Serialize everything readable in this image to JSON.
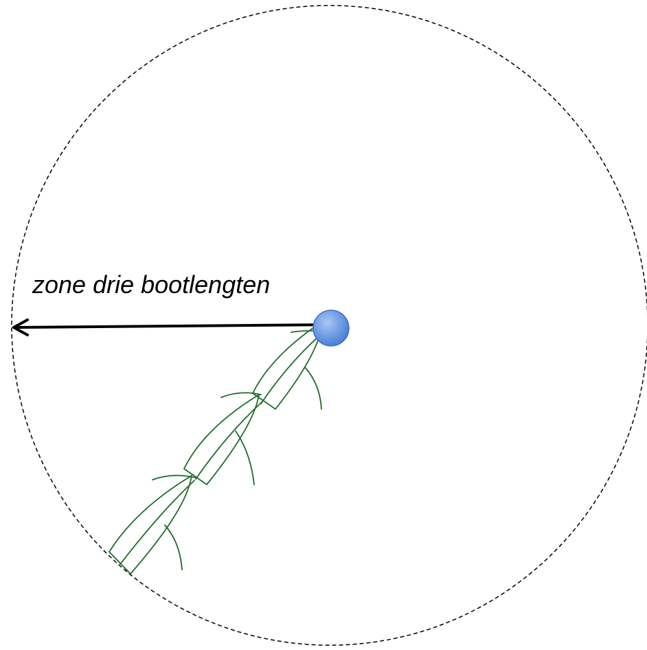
{
  "diagram": {
    "label": "zone drie bootlengten",
    "colors": {
      "zone_circle": "#000000",
      "arrow": "#000000",
      "mark_fill": "#6f9ce8",
      "mark_stroke": "#3f6fc4",
      "boat": "#1e6b2a",
      "background": "#ffffff"
    },
    "boats": [
      {
        "id": "boat-1"
      },
      {
        "id": "boat-2"
      },
      {
        "id": "boat-3"
      }
    ]
  }
}
